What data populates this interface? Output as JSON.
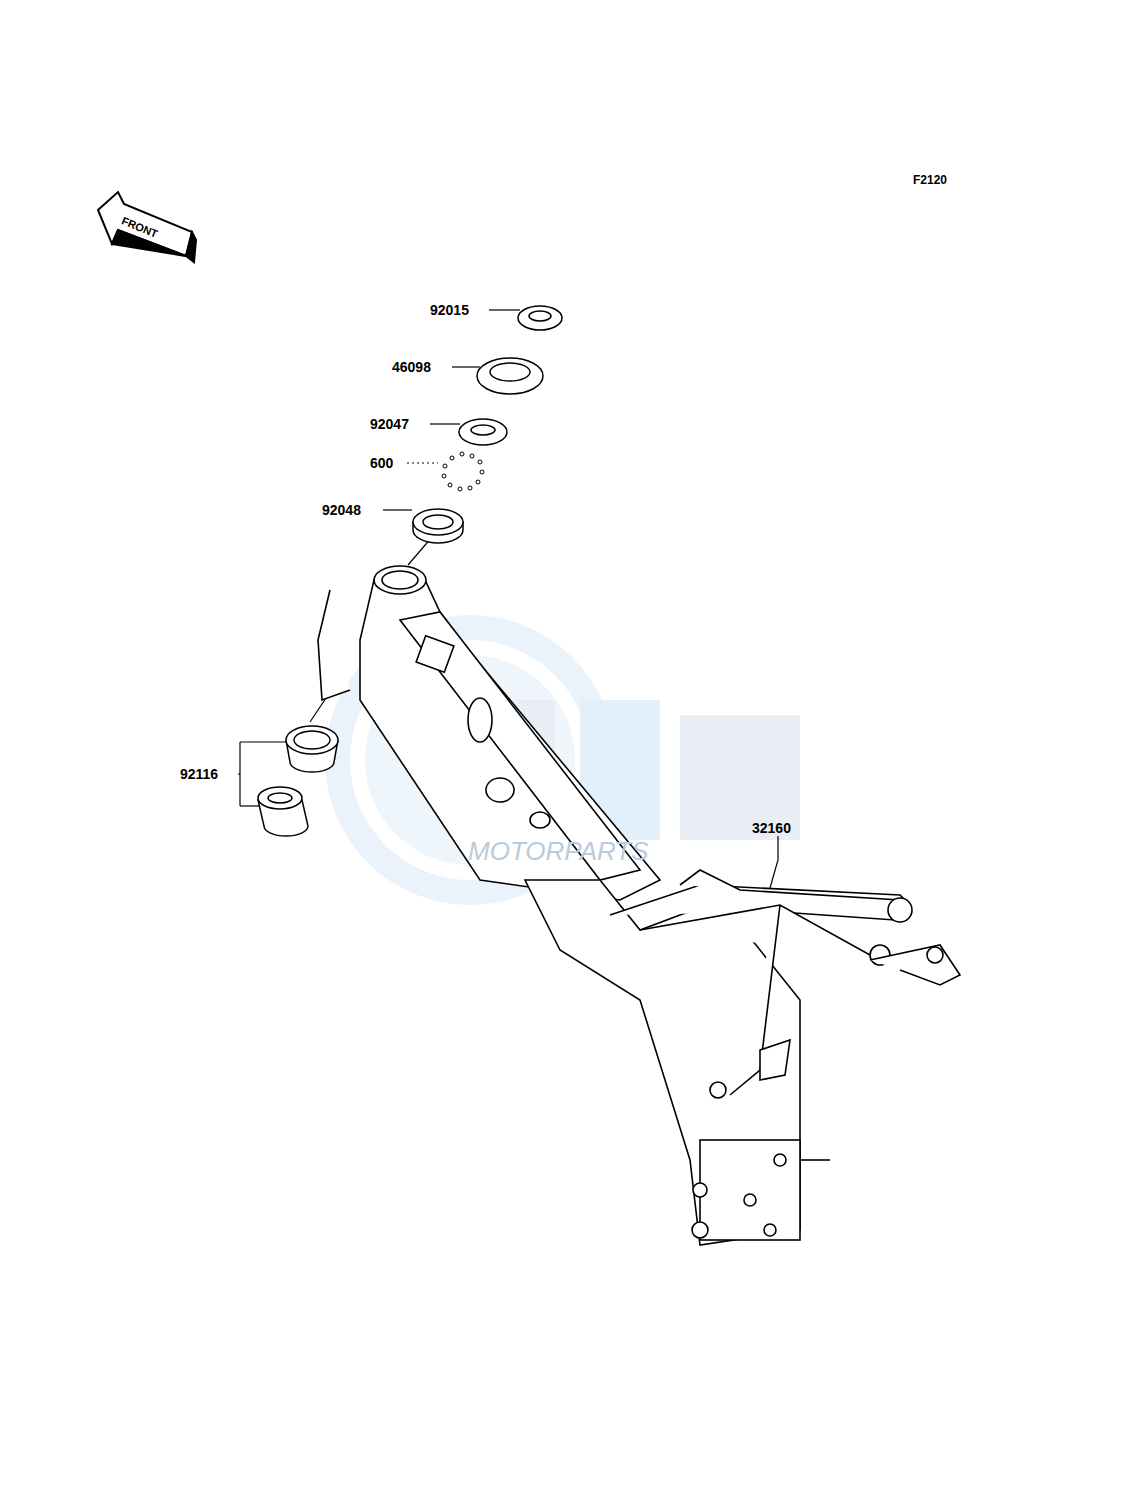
{
  "diagram": {
    "labels": [
      "F2120",
      "FRONT",
      "92015",
      "46098",
      "92047",
      "600",
      "92048",
      "92116",
      "32160",
      "MOTORPARTS"
    ]
  }
}
